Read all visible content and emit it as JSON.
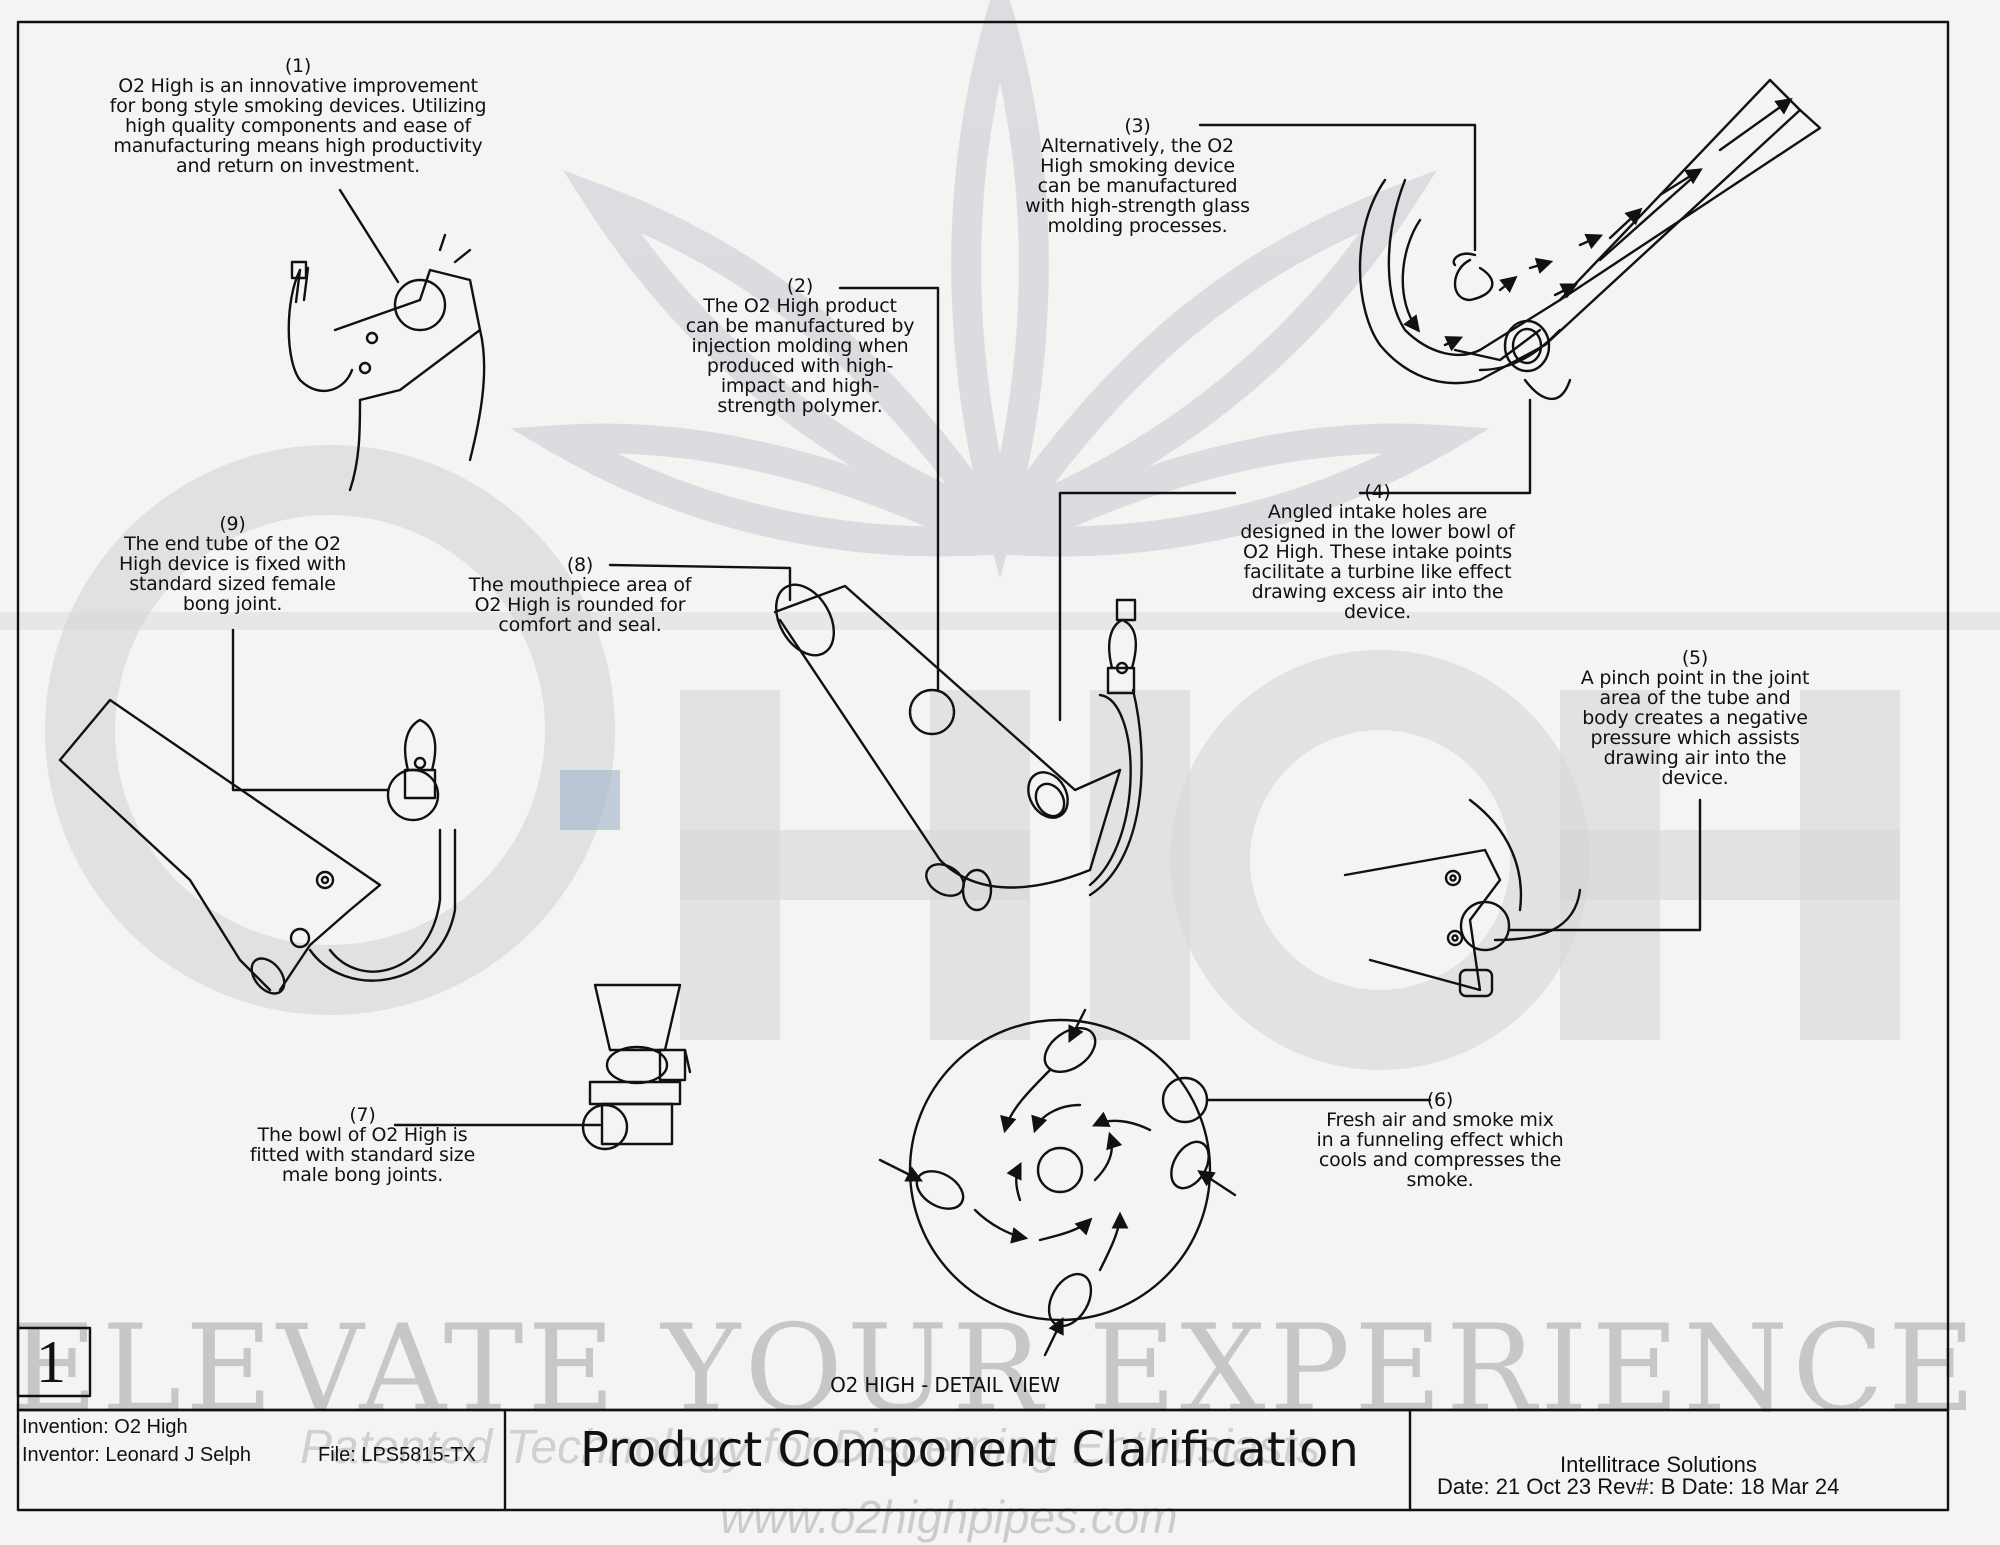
{
  "watermark": {
    "logo_text": "O2HIGH",
    "tagline": "ELEVATE YOUR EXPERIENCE",
    "subtag": "Patented Technology for Discerning Enthusiasts",
    "url": "www.o2highpipes.com"
  },
  "callouts": [
    {
      "num": "(1)",
      "text": "O2 High is an innovative improvement for bong style smoking devices. Utilizing high quality components and ease of manufacturing means high productivity and return on investment."
    },
    {
      "num": "(2)",
      "text": "The O2 High product can be manufactured by injection molding when produced with high-impact and high-strength polymer."
    },
    {
      "num": "(3)",
      "text": "Alternatively, the O2 High smoking device can be manufactured with high-strength glass molding processes."
    },
    {
      "num": "(4)",
      "text": "Angled intake holes are designed in the lower bowl of O2 High. These intake points facilitate a turbine like effect drawing excess air into the device."
    },
    {
      "num": "(5)",
      "text": "A pinch point in the joint area of the tube and body creates a negative pressure which assists drawing air into the device."
    },
    {
      "num": "(6)",
      "text": "Fresh air and smoke mix in a funneling effect which cools and compresses the smoke."
    },
    {
      "num": "(7)",
      "text": "The bowl of O2 High is fitted with standard size male bong joints."
    },
    {
      "num": "(8)",
      "text": "The mouthpiece area of O2 High is rounded for comfort and seal."
    },
    {
      "num": "(9)",
      "text": "The end tube of the O2 High device is fixed with standard sized female bong joint."
    }
  ],
  "detail_label": "O2 HIGH - DETAIL VIEW",
  "sheet_number": "1",
  "title_block": {
    "invention": "Invention: O2 High",
    "inventor": "Inventor: Leonard J Selph",
    "file": "File: LPS5815-TX",
    "title": "Product Component Clarification",
    "company": "Intellitrace Solutions",
    "dates": "Date: 21 Oct 23 Rev#: B Date: 18 Mar 24"
  }
}
